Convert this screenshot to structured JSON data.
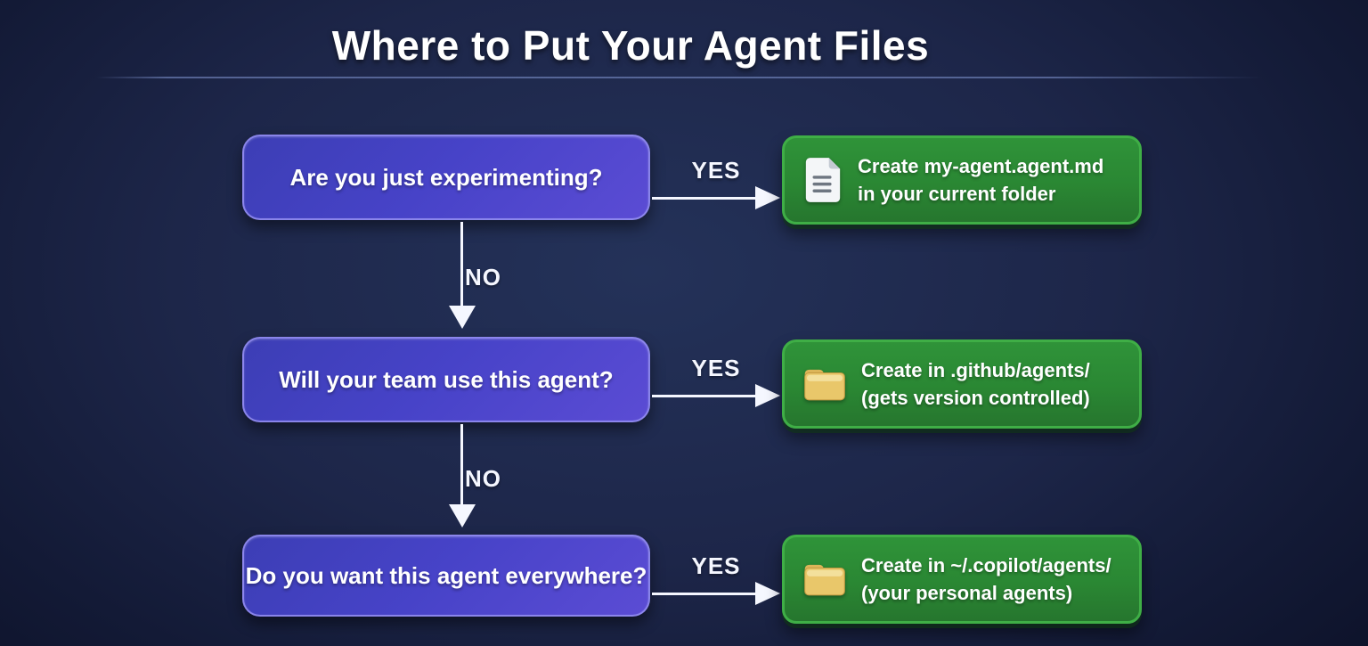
{
  "title": "Where to Put Your Agent Files",
  "rows": [
    {
      "question": "Are you just experimenting?",
      "yes_label": "YES",
      "no_label": "NO",
      "result": {
        "icon": "document-file",
        "line1": "Create my-agent.agent.md",
        "line2": "in your current folder"
      }
    },
    {
      "question": "Will your team use this agent?",
      "yes_label": "YES",
      "no_label": "NO",
      "result": {
        "icon": "folder",
        "line1": "Create in .github/agents/",
        "line2": "(gets version controlled)"
      }
    },
    {
      "question": "Do you want this agent everywhere?",
      "yes_label": "YES",
      "result": {
        "icon": "folder",
        "line1": "Create in ~/.copilot/agents/",
        "line2": "(your personal agents)"
      }
    }
  ],
  "colors": {
    "background_center": "#243259",
    "background_edge": "#0d1229",
    "question_box_gradient_start": "#3c3eb5",
    "question_box_gradient_end": "#5b4cd4",
    "question_box_border": "#968ff2",
    "result_box_gradient_start": "#2f9339",
    "result_box_gradient_end": "#26762e",
    "result_box_border": "#3fae46",
    "arrow": "#f5f7ff",
    "title_text": "#ffffff",
    "folder_icon_body": "#e9c76a",
    "document_icon_page": "#f4f6f8"
  }
}
